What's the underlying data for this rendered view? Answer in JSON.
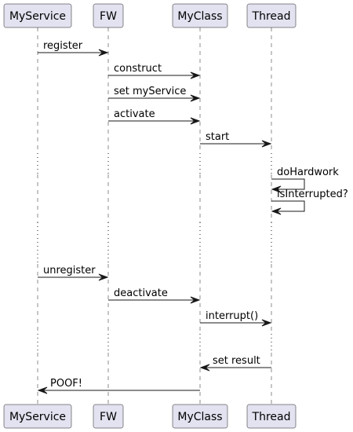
{
  "participants": [
    {
      "id": "MyService",
      "label": "MyService"
    },
    {
      "id": "FW",
      "label": "FW"
    },
    {
      "id": "MyClass",
      "label": "MyClass"
    },
    {
      "id": "Thread",
      "label": "Thread"
    }
  ],
  "messages": [
    {
      "from": "MyService",
      "to": "FW",
      "label": "register"
    },
    {
      "from": "FW",
      "to": "MyClass",
      "label": "construct"
    },
    {
      "from": "FW",
      "to": "MyClass",
      "label": "set myService"
    },
    {
      "from": "FW",
      "to": "MyClass",
      "label": "activate"
    },
    {
      "from": "MyClass",
      "to": "Thread",
      "label": "start"
    },
    {
      "delay": true
    },
    {
      "from": "Thread",
      "to": "Thread",
      "label": "doHardwork"
    },
    {
      "from": "Thread",
      "to": "Thread",
      "label": "isInterrupted?"
    },
    {
      "delay": true
    },
    {
      "from": "MyService",
      "to": "FW",
      "label": "unregister"
    },
    {
      "from": "FW",
      "to": "MyClass",
      "label": "deactivate"
    },
    {
      "from": "MyClass",
      "to": "Thread",
      "label": "interrupt()"
    },
    {
      "delay": true
    },
    {
      "from": "Thread",
      "to": "MyClass",
      "label": "set result"
    },
    {
      "from": "MyClass",
      "to": "MyService",
      "label": "POOF!"
    }
  ],
  "colors": {
    "participant_fill": "#E2E2F0",
    "line": "#181818",
    "text": "#000000"
  }
}
